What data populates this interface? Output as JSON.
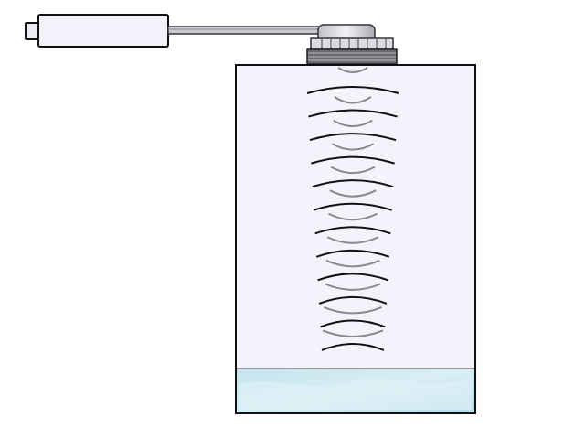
{
  "diagram": {
    "components": [
      {
        "id": "sensor-probe",
        "icon": "cylindrical-sensor-icon"
      },
      {
        "id": "connecting-rod",
        "icon": "rod-icon"
      },
      {
        "id": "cap-fitting",
        "icon": "threaded-cap-icon"
      },
      {
        "id": "tank",
        "icon": "rectangular-container-icon"
      },
      {
        "id": "liquid",
        "icon": "water-icon"
      },
      {
        "id": "sound-waves",
        "icon": "ultrasonic-wave-icon"
      }
    ],
    "colors": {
      "background": "#ffffff",
      "tank_fill": "#f3f3fb",
      "outline": "#111111",
      "liquid": "#bfe0ea",
      "liquid_highlight": "#d8eef4",
      "wave_primary": "#111111",
      "wave_echo": "#8a8a8a",
      "cap_metal": "#d6d6dc",
      "rod": "#8d8d95"
    },
    "wave_rows": 12
  }
}
